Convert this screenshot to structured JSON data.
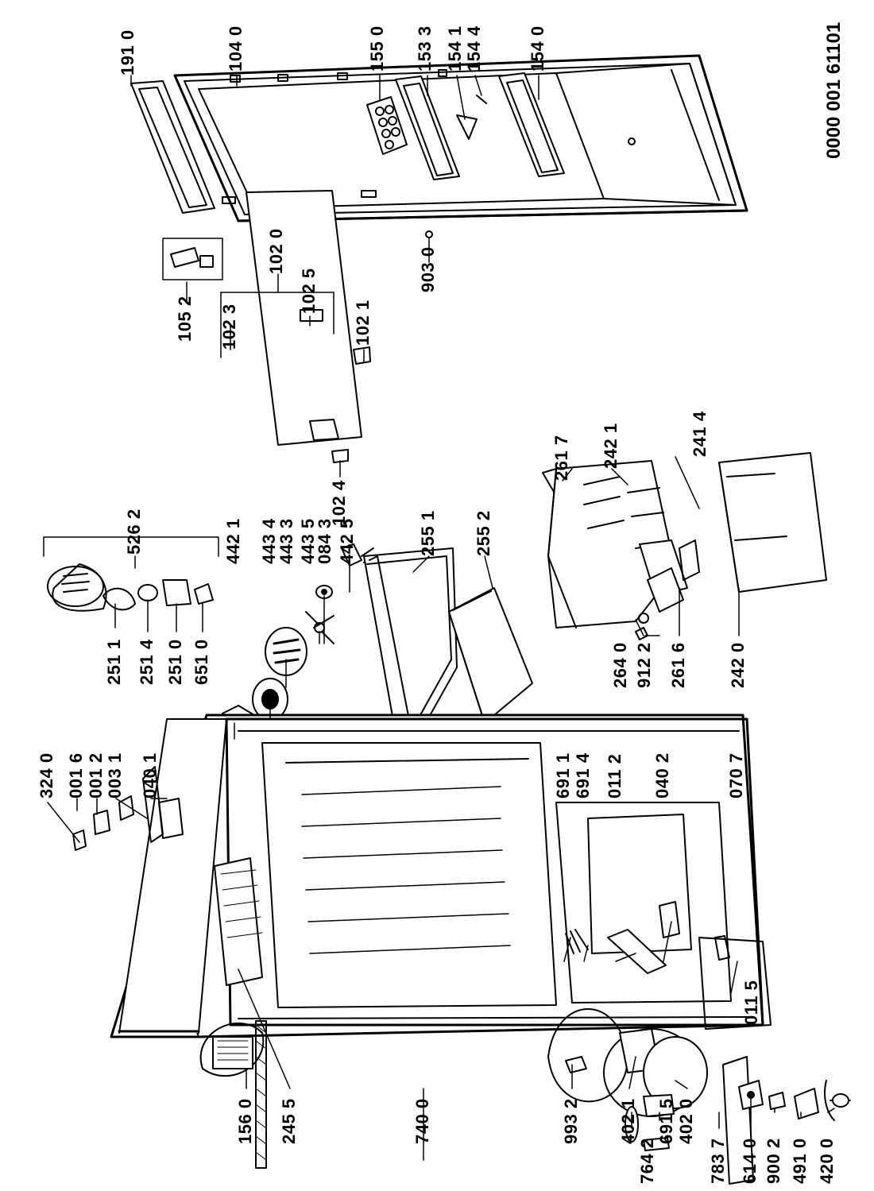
{
  "document_number": "0000 001 61101",
  "labels": [
    {
      "id": "1910",
      "text": "191 0"
    },
    {
      "id": "1040",
      "text": "104 0"
    },
    {
      "id": "1550",
      "text": "155 0"
    },
    {
      "id": "1533",
      "text": "153 3"
    },
    {
      "id": "1541",
      "text": "154 1"
    },
    {
      "id": "1544",
      "text": "154 4"
    },
    {
      "id": "1540",
      "text": "154 0"
    },
    {
      "id": "9030",
      "text": "903 0"
    },
    {
      "id": "1052",
      "text": "105 2"
    },
    {
      "id": "1020",
      "text": "102 0"
    },
    {
      "id": "1023",
      "text": "102 3"
    },
    {
      "id": "1025",
      "text": "102 5"
    },
    {
      "id": "1021",
      "text": "102 1"
    },
    {
      "id": "1024",
      "text": "102 4"
    },
    {
      "id": "5262",
      "text": "526 2"
    },
    {
      "id": "2511",
      "text": "251 1"
    },
    {
      "id": "2514",
      "text": "251 4"
    },
    {
      "id": "2510",
      "text": "251 0"
    },
    {
      "id": "6510",
      "text": "651 0"
    },
    {
      "id": "4421",
      "text": "442 1"
    },
    {
      "id": "4434",
      "text": "443 4"
    },
    {
      "id": "4433",
      "text": "443 3"
    },
    {
      "id": "4435",
      "text": "443 5"
    },
    {
      "id": "0843",
      "text": "084 3"
    },
    {
      "id": "4425",
      "text": "442 5"
    },
    {
      "id": "2551",
      "text": "255 1"
    },
    {
      "id": "2552",
      "text": "255 2"
    },
    {
      "id": "2617",
      "text": "261 7"
    },
    {
      "id": "2421",
      "text": "242 1"
    },
    {
      "id": "2414",
      "text": "241 4"
    },
    {
      "id": "2640",
      "text": "264 0"
    },
    {
      "id": "9122",
      "text": "912 2"
    },
    {
      "id": "2616",
      "text": "261 6"
    },
    {
      "id": "2420",
      "text": "242 0"
    },
    {
      "id": "3240",
      "text": "324 0"
    },
    {
      "id": "0016",
      "text": "001 6"
    },
    {
      "id": "0012",
      "text": "001 2"
    },
    {
      "id": "0031",
      "text": "003 1"
    },
    {
      "id": "0401",
      "text": "040 1"
    },
    {
      "id": "6911",
      "text": "691 1"
    },
    {
      "id": "6914",
      "text": "691 4"
    },
    {
      "id": "0112",
      "text": "011 2"
    },
    {
      "id": "0402",
      "text": "040 2"
    },
    {
      "id": "0707",
      "text": "070 7"
    },
    {
      "id": "0115",
      "text": "011 5"
    },
    {
      "id": "1560",
      "text": "156 0"
    },
    {
      "id": "2455",
      "text": "245 5"
    },
    {
      "id": "7400",
      "text": "740 0"
    },
    {
      "id": "9932",
      "text": "993 2"
    },
    {
      "id": "4021",
      "text": "402 1"
    },
    {
      "id": "7642",
      "text": "764 2"
    },
    {
      "id": "6915",
      "text": "691 5"
    },
    {
      "id": "4020",
      "text": "402 0"
    },
    {
      "id": "7837",
      "text": "783 7"
    },
    {
      "id": "6140",
      "text": "614 0"
    },
    {
      "id": "9002",
      "text": "900 2"
    },
    {
      "id": "4910",
      "text": "491 0"
    },
    {
      "id": "4200",
      "text": "420 0"
    }
  ]
}
